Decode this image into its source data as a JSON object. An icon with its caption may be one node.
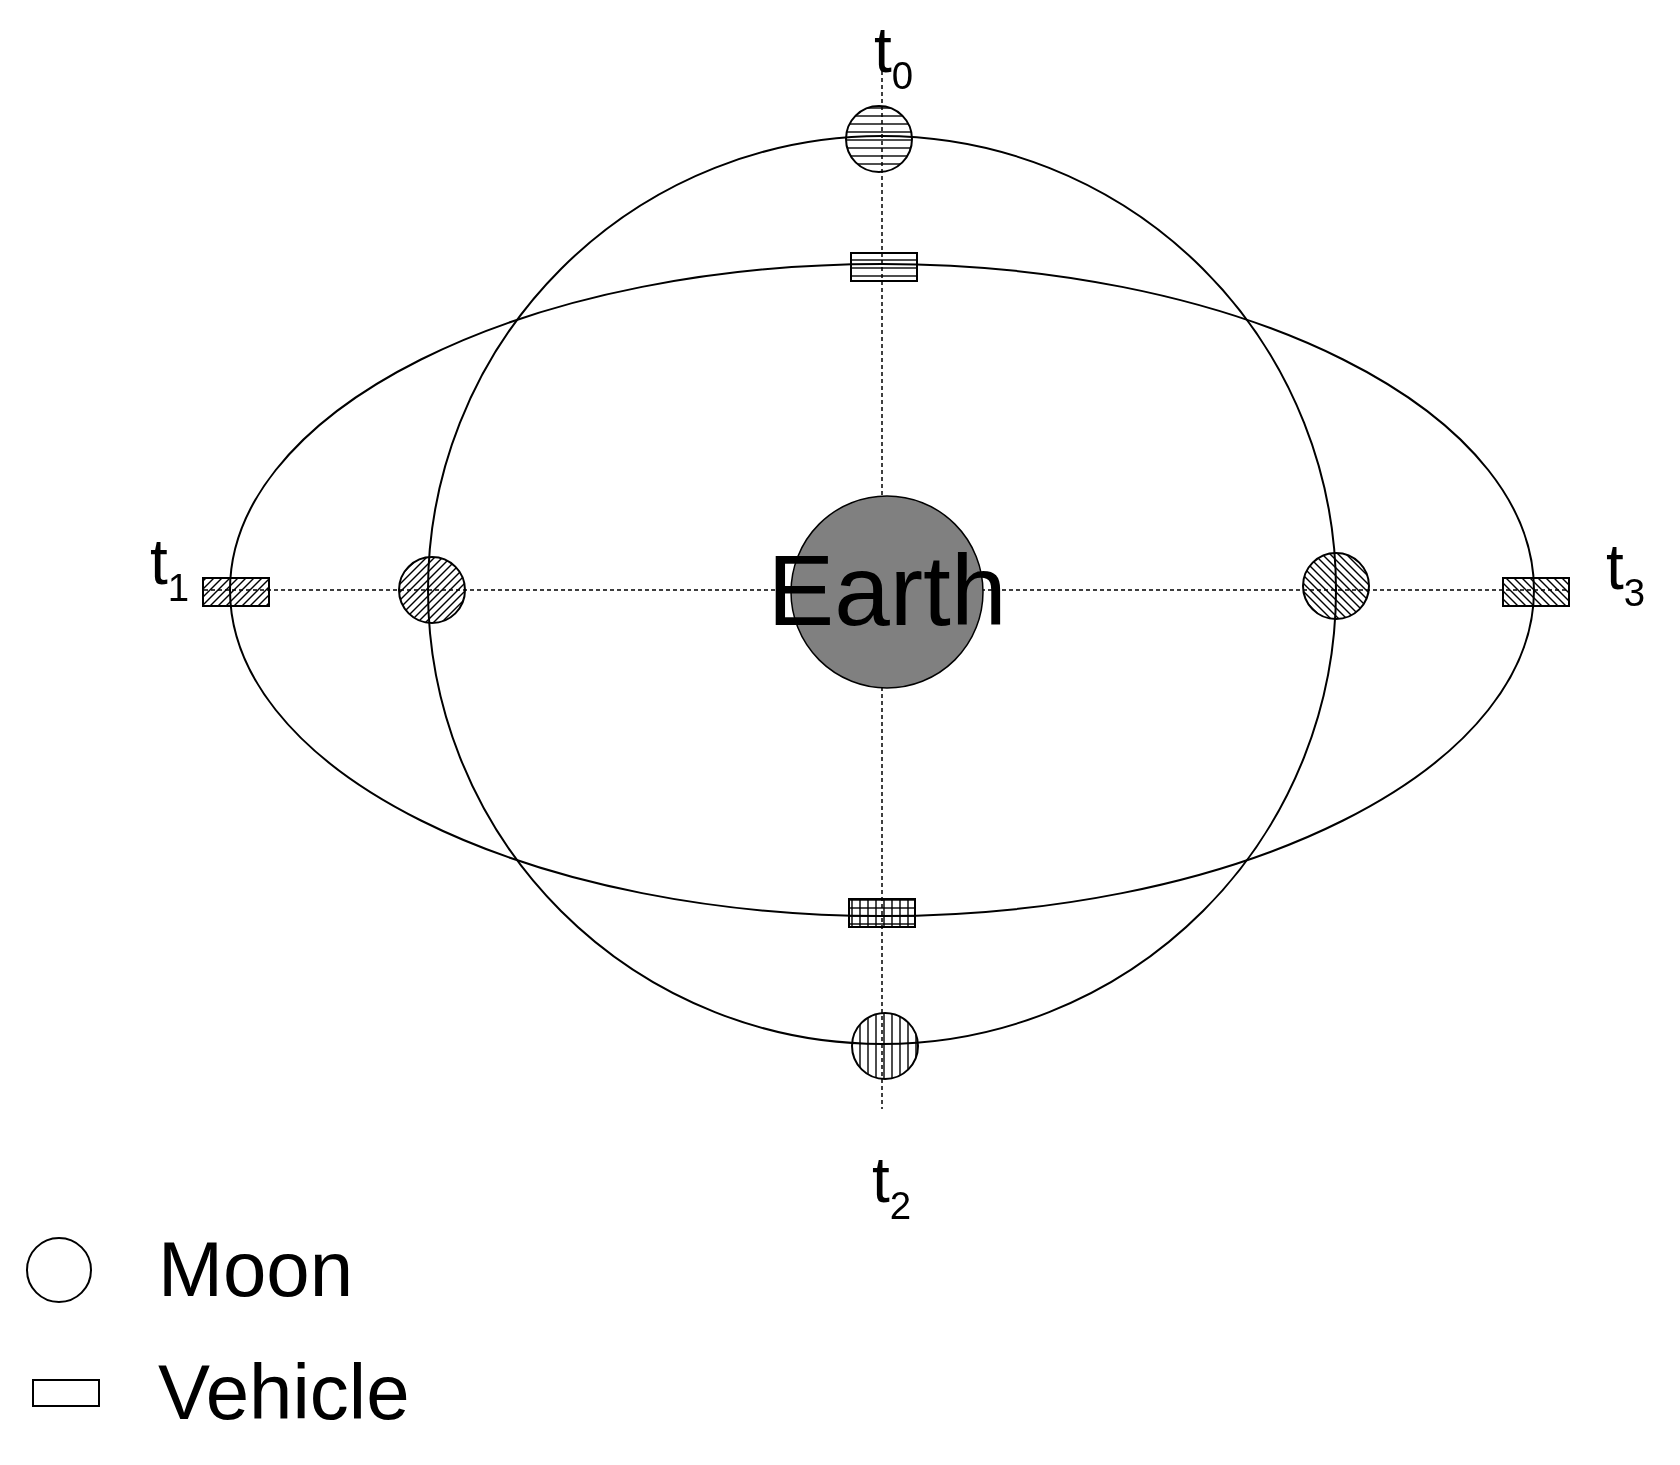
{
  "diagram": {
    "nodes": [
      {
        "text": [
          "Earth"
        ]
      }
    ],
    "edges": [],
    "labels": [
      "t$_{0}$",
      "t$_{1}$",
      "t$_{3}$",
      "t$_{2}$"
    ],
    "legend": [
      {
        "text": "Moon"
      },
      {
        "text": "Vehicle"
      }
    ]
  }
}
